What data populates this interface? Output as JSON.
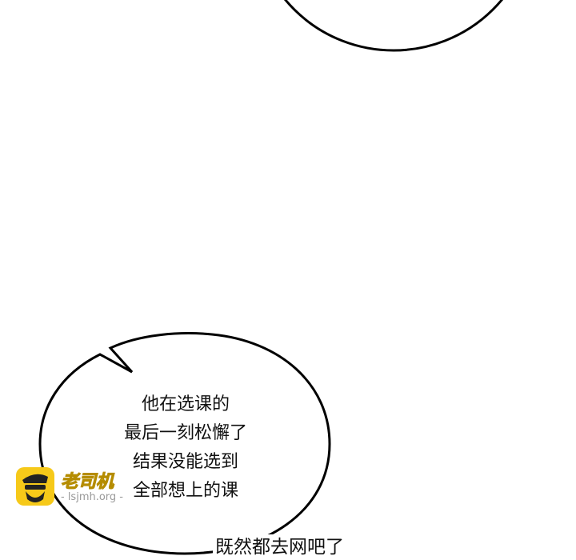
{
  "bubble": {
    "lines": [
      "他在选课的",
      "最后一刻松懈了",
      "结果没能选到",
      "全部想上的课"
    ]
  },
  "caption": "既然都去网吧了",
  "watermark": {
    "title": "老司机",
    "url": "- lsjmh.org -"
  }
}
